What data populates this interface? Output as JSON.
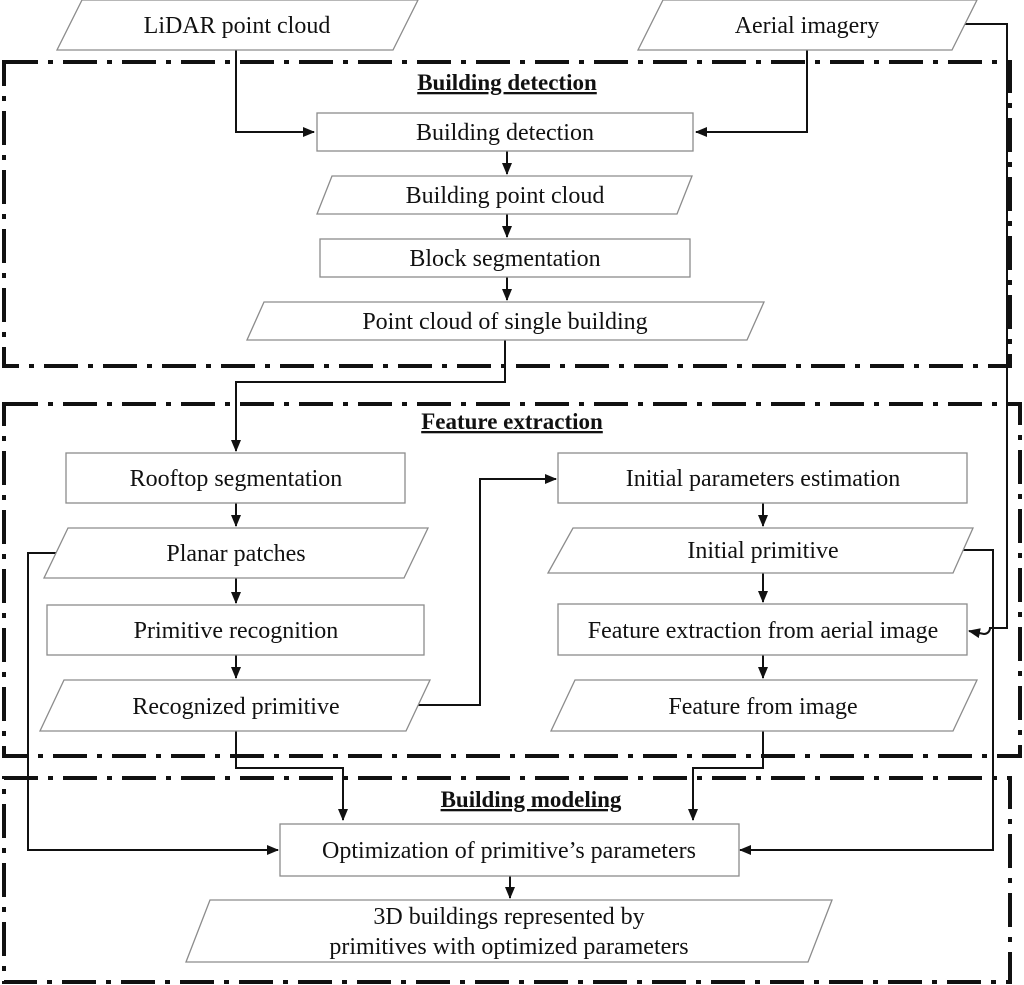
{
  "sections": {
    "detection": "Building detection",
    "extraction": "Feature extraction",
    "modeling": "Building modeling"
  },
  "nodes": {
    "lidar": "LiDAR point cloud",
    "aerial": "Aerial imagery",
    "building_detection": "Building detection",
    "building_point_cloud": "Building point cloud",
    "block_segmentation": "Block segmentation",
    "single_building": "Point cloud of single building",
    "rooftop_segmentation": "Rooftop segmentation",
    "planar_patches": "Planar patches",
    "primitive_recognition": "Primitive recognition",
    "recognized_primitive": "Recognized primitive",
    "initial_parameters": "Initial parameters estimation",
    "initial_primitive": "Initial primitive",
    "feature_extraction_aerial": "Feature extraction from aerial image",
    "feature_from_image": "Feature from image",
    "optimization": "Optimization of primitive’s parameters",
    "output_line1": "3D buildings represented by",
    "output_line2": "primitives with optimized parameters"
  },
  "colors": {
    "frame": "#111111",
    "node_border": "#8c8c8c",
    "edge": "#111111"
  }
}
